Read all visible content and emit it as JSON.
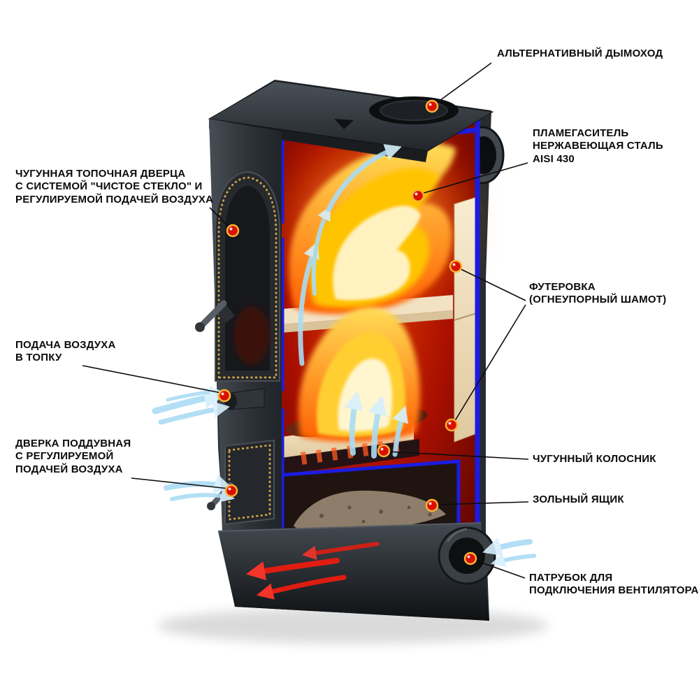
{
  "diagram": {
    "subject": "wood-burning-stove-cutaway",
    "colors": {
      "cut_edge_blue": "#1c1ce0",
      "flame_orange": "#ff6a00",
      "flame_yellow": "#ffd24d",
      "marker_red": "#d81000",
      "marker_ring_gold": "#f9b233",
      "body_gray": "#33383d",
      "lining_cream": "#f2e2c4",
      "hot_interior_red": "#c81800",
      "air_arrow_blue": "#aadcf5",
      "hot_air_arrow_red": "#ea1c10",
      "label_text": "#0b0b0b",
      "background": "#ffffff"
    }
  },
  "labels": [
    {
      "id": "alt-chimney",
      "text": "АЛЬТЕРНАТИВНЫЙ ДЫМОХОД"
    },
    {
      "id": "flame-arrester",
      "text": "ПЛАМЕГАСИТЕЛЬ\nНЕРЖАВЕЮЩАЯ СТАЛЬ\nAISI 430"
    },
    {
      "id": "furnace-door",
      "text": "ЧУГУННАЯ ТОПОЧНАЯ ДВЕРЦА\nС СИСТЕМОЙ \"ЧИСТОЕ СТЕКЛО\" И\nРЕГУЛИРУЕМОЙ ПОДАЧЕЙ ВОЗДУХА"
    },
    {
      "id": "lining",
      "text": "ФУТЕРОВКА\n(ОГНЕУПОРНЫЙ ШАМОТ)"
    },
    {
      "id": "air-supply",
      "text": "ПОДАЧА ВОЗДУХА\nВ ТОПКУ"
    },
    {
      "id": "ash-door",
      "text": "ДВЕРКА ПОДДУВНАЯ\nС РЕГУЛИРУЕМОЙ\nПОДАЧЕЙ ВОЗДУХА"
    },
    {
      "id": "grate",
      "text": "ЧУГУННЫЙ КОЛОСНИК"
    },
    {
      "id": "ash-box",
      "text": "ЗОЛЬНЫЙ ЯЩИК"
    },
    {
      "id": "fan-socket",
      "text": "ПАТРУБОК ДЛЯ\nПОДКЛЮЧЕНИЯ ВЕНТИЛЯТОРА"
    }
  ]
}
